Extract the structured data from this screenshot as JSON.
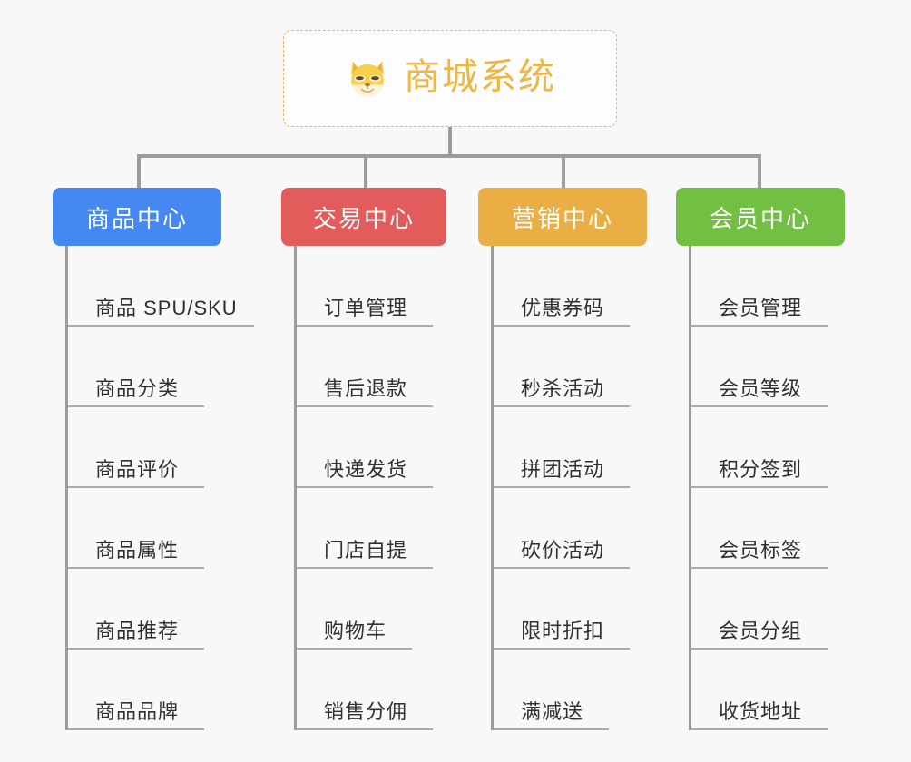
{
  "background_color": "#f8f8f8",
  "root": {
    "icon": "shiba-dog-face-emoji",
    "title": "商城系统",
    "text_color": "#f0b63f",
    "border_color": "#e8b55e"
  },
  "connector": {
    "color": "#9c9c9c"
  },
  "columns": [
    {
      "id": "product-center",
      "label": "商品中心",
      "color": "#4688f1",
      "items": [
        {
          "label": "商品 SPU/SKU",
          "rule_width": 205
        },
        {
          "label": "商品分类",
          "rule_width": 150
        },
        {
          "label": "商品评价",
          "rule_width": 150
        },
        {
          "label": "商品属性",
          "rule_width": 150
        },
        {
          "label": "商品推荐",
          "rule_width": 150
        },
        {
          "label": "商品品牌",
          "rule_width": 150
        }
      ]
    },
    {
      "id": "trade-center",
      "label": "交易中心",
      "color": "#e25c5c",
      "items": [
        {
          "label": "订单管理",
          "rule_width": 150
        },
        {
          "label": "售后退款",
          "rule_width": 150
        },
        {
          "label": "快递发货",
          "rule_width": 150
        },
        {
          "label": "门店自提",
          "rule_width": 150
        },
        {
          "label": "购物车",
          "rule_width": 127
        },
        {
          "label": "销售分佣",
          "rule_width": 150
        }
      ]
    },
    {
      "id": "marketing-center",
      "label": "营销中心",
      "color": "#eaaf44",
      "items": [
        {
          "label": "优惠券码",
          "rule_width": 150
        },
        {
          "label": "秒杀活动",
          "rule_width": 150
        },
        {
          "label": "拼团活动",
          "rule_width": 150
        },
        {
          "label": "砍价活动",
          "rule_width": 150
        },
        {
          "label": "限时折扣",
          "rule_width": 150
        },
        {
          "label": "满减送",
          "rule_width": 127
        }
      ]
    },
    {
      "id": "member-center",
      "label": "会员中心",
      "color": "#72c043",
      "items": [
        {
          "label": "会员管理",
          "rule_width": 150
        },
        {
          "label": "会员等级",
          "rule_width": 150
        },
        {
          "label": "积分签到",
          "rule_width": 150
        },
        {
          "label": "会员标签",
          "rule_width": 150
        },
        {
          "label": "会员分组",
          "rule_width": 150
        },
        {
          "label": "收货地址",
          "rule_width": 150
        }
      ]
    }
  ]
}
